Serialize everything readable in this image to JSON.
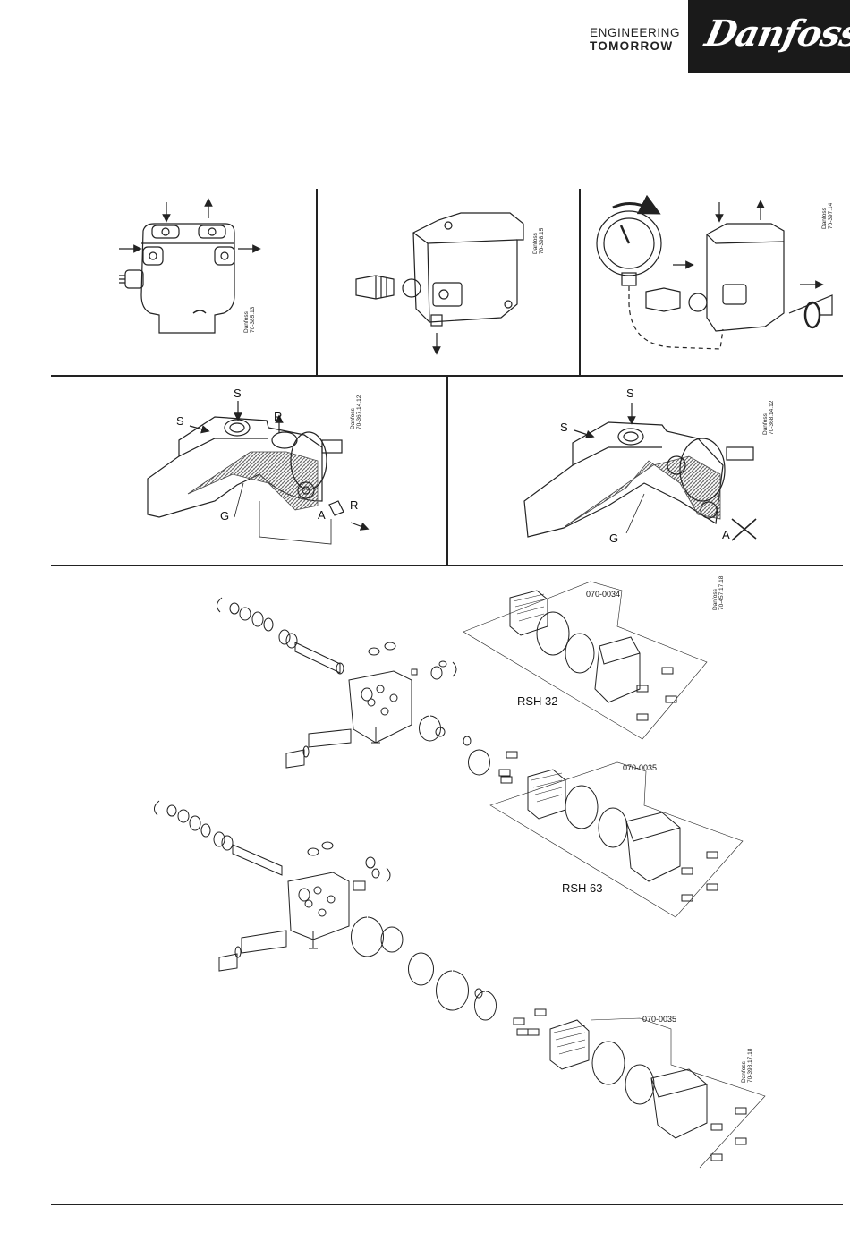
{
  "header": {
    "tagline_line1": "ENGINEERING",
    "tagline_line2": "TOMORROW",
    "logo_text": "Danfoss"
  },
  "figures": {
    "fig1": {
      "brand": "Danfoss",
      "code": "70-385.13"
    },
    "fig2": {
      "brand": "Danfoss",
      "code": "70-398.15"
    },
    "fig3": {
      "brand": "Danfoss",
      "code": "70-397.14"
    },
    "fig4": {
      "brand": "Danfoss",
      "code": "70-367.14.12",
      "labels": {
        "s_top": "S",
        "s_side": "S",
        "r_top": "R",
        "r_side": "R",
        "g": "G",
        "a": "A"
      }
    },
    "fig5": {
      "brand": "Danfoss",
      "code": "70-368.14.12",
      "labels": {
        "s_top": "S",
        "s_side": "S",
        "g": "G",
        "a": "A"
      }
    },
    "fig6": {
      "brand": "Danfoss",
      "code_top": "70-457.17.18",
      "code_bottom": "70-393.17.18",
      "kit1_code": "070-0034",
      "kit2_code": "070-0035",
      "kit3_code": "070-0035",
      "model1": "RSH 32",
      "model2": "RSH 63"
    }
  }
}
